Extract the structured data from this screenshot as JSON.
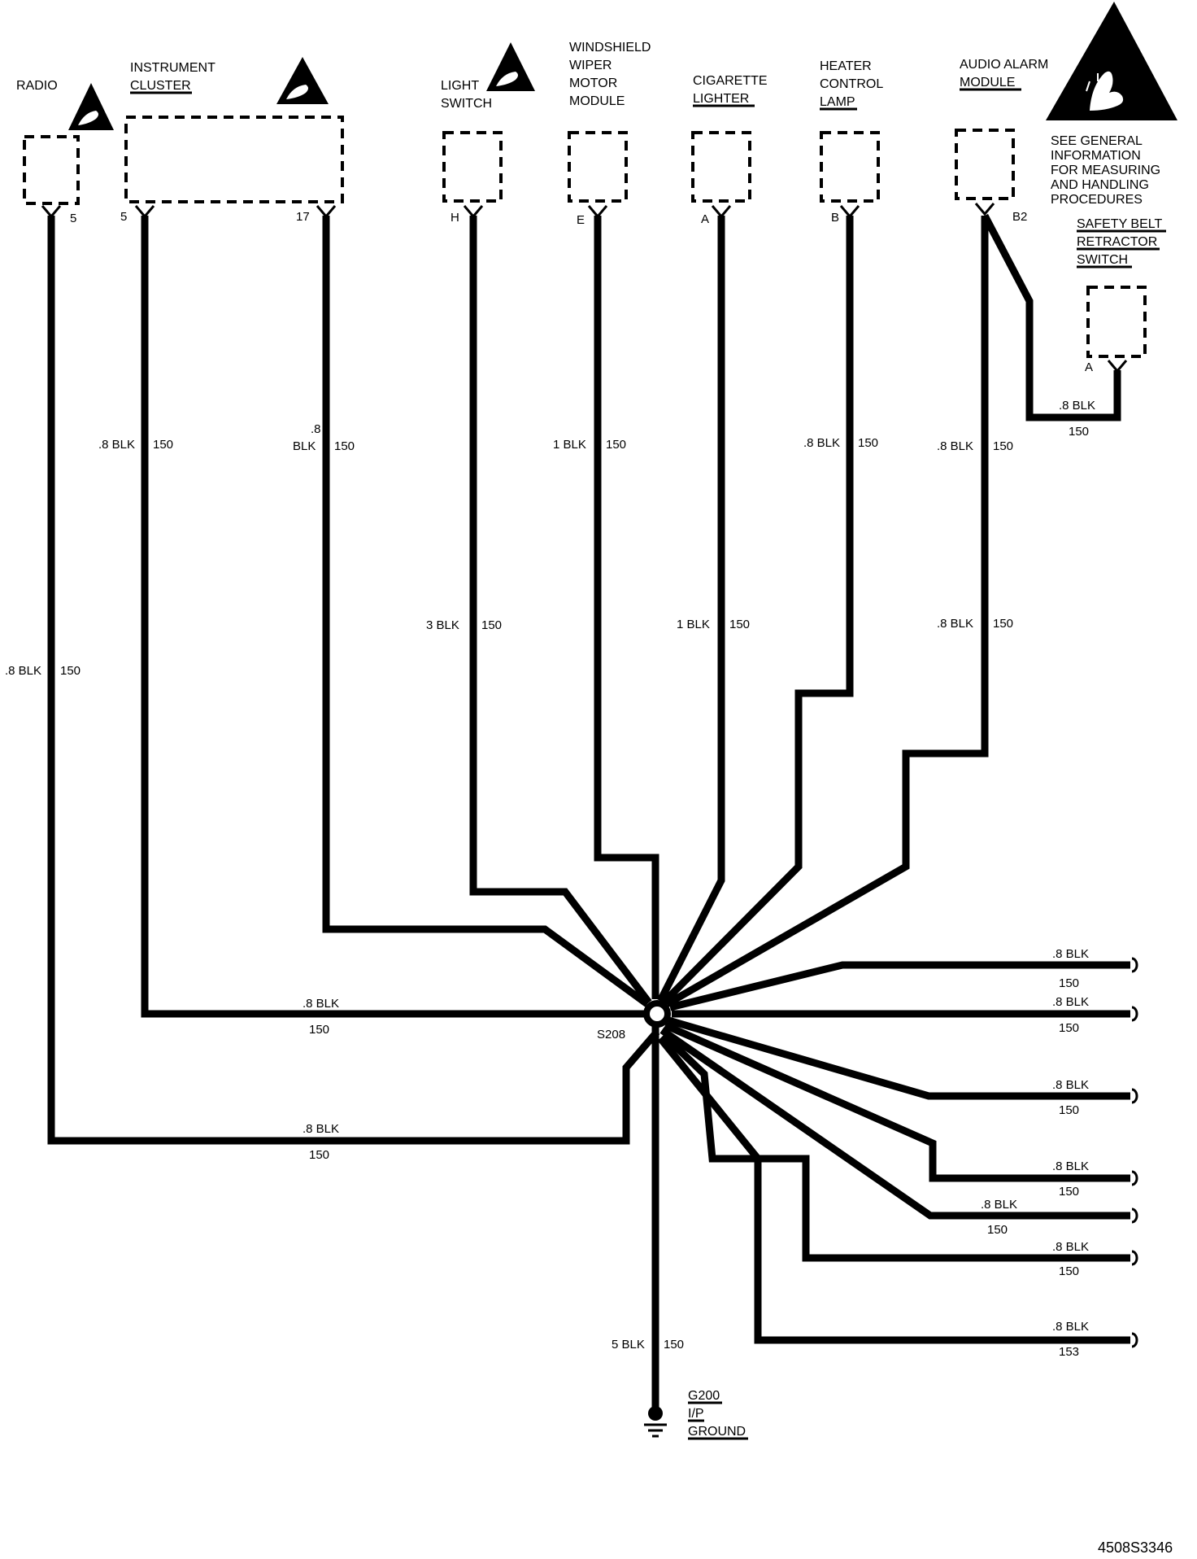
{
  "components": {
    "radio": {
      "label": [
        "RADIO"
      ],
      "pin": "5"
    },
    "instrument_cluster": {
      "label": [
        "INSTRUMENT",
        "CLUSTER"
      ],
      "pin_left": "5",
      "pin_right": "17"
    },
    "light_switch": {
      "label": [
        "LIGHT",
        "SWITCH"
      ],
      "pin": "H"
    },
    "wiper_module": {
      "label": [
        "WINDSHIELD",
        "WIPER",
        "MOTOR",
        "MODULE"
      ],
      "pin": "E"
    },
    "cigarette_lighter": {
      "label": [
        "CIGARETTE",
        "LIGHTER"
      ],
      "pin": "A"
    },
    "heater_lamp": {
      "label": [
        "HEATER",
        "CONTROL",
        "LAMP"
      ],
      "pin": "B"
    },
    "audio_alarm": {
      "label": [
        "AUDIO ALARM",
        "MODULE"
      ],
      "pin": "B2"
    },
    "safety_belt": {
      "label": [
        "SAFETY BELT",
        "RETRACTOR",
        "SWITCH"
      ],
      "pin": "A"
    }
  },
  "esd_note": [
    "SEE GENERAL",
    "INFORMATION",
    "FOR MEASURING",
    "AND HANDLING",
    "PROCEDURES"
  ],
  "wire_labels": {
    "radio_vertical": {
      "size": ".8 BLK",
      "circuit": "150"
    },
    "cluster_pin5_vertical": {
      "size": ".8 BLK",
      "circuit": "150"
    },
    "cluster_pin17_vertical": {
      "size_top": ".8",
      "size": "BLK",
      "circuit": "150"
    },
    "wiper_vertical": {
      "size": "1 BLK",
      "circuit": "150"
    },
    "heater_vertical": {
      "size": ".8 BLK",
      "circuit": "150"
    },
    "audio_vertical_upper": {
      "size": ".8 BLK",
      "circuit": "150"
    },
    "light_vertical": {
      "size": "3 BLK",
      "circuit": "150"
    },
    "lighter_vertical": {
      "size": "1 BLK",
      "circuit": "150"
    },
    "audio_vertical_lower": {
      "size": ".8 BLK",
      "circuit": "150"
    },
    "belt_horizontal": {
      "size": ".8 BLK",
      "circuit": "150"
    },
    "cluster_horizontal": {
      "size": ".8 BLK",
      "circuit": "150"
    },
    "radio_horizontal": {
      "size": ".8 BLK",
      "circuit": "150"
    },
    "ground": {
      "size": "5 BLK",
      "circuit": "150"
    }
  },
  "right_branches": [
    {
      "size": ".8 BLK",
      "circuit": "150"
    },
    {
      "size": ".8 BLK",
      "circuit": "150"
    },
    {
      "size": ".8 BLK",
      "circuit": "150"
    },
    {
      "size": ".8 BLK",
      "circuit": "150"
    },
    {
      "size": ".8 BLK",
      "circuit": "150"
    },
    {
      "size": ".8 BLK",
      "circuit": "150"
    },
    {
      "size": ".8 BLK",
      "circuit": "153"
    }
  ],
  "splice": "S208",
  "ground": {
    "label": [
      "G200",
      "I/P",
      "GROUND"
    ]
  },
  "figure_id": "4508S3346"
}
